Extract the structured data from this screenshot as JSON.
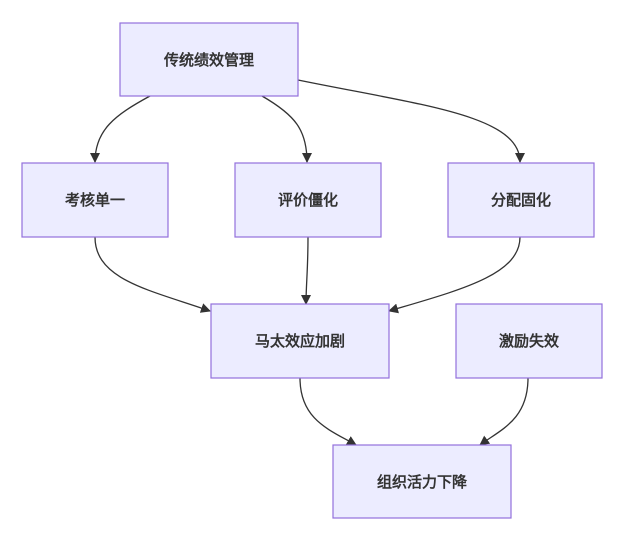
{
  "nodes": [
    {
      "id": "traditional",
      "label": "传统绩效管理"
    },
    {
      "id": "single-assessment",
      "label": "考核单一"
    },
    {
      "id": "rigid-evaluation",
      "label": "评价僵化"
    },
    {
      "id": "fixed-distribution",
      "label": "分配固化"
    },
    {
      "id": "matthew-effect",
      "label": "马太效应加剧"
    },
    {
      "id": "incentive-failure",
      "label": "激励失效"
    },
    {
      "id": "vitality-decline",
      "label": "组织活力下降"
    }
  ],
  "edges": [
    {
      "from": "traditional",
      "to": "single-assessment"
    },
    {
      "from": "traditional",
      "to": "rigid-evaluation"
    },
    {
      "from": "traditional",
      "to": "fixed-distribution"
    },
    {
      "from": "single-assessment",
      "to": "matthew-effect"
    },
    {
      "from": "rigid-evaluation",
      "to": "matthew-effect"
    },
    {
      "from": "fixed-distribution",
      "to": "matthew-effect"
    },
    {
      "from": "matthew-effect",
      "to": "vitality-decline"
    },
    {
      "from": "incentive-failure",
      "to": "vitality-decline"
    }
  ],
  "colors": {
    "node_fill": "#ececff",
    "node_border": "#9370db",
    "edge": "#333333",
    "text": "#333333"
  }
}
